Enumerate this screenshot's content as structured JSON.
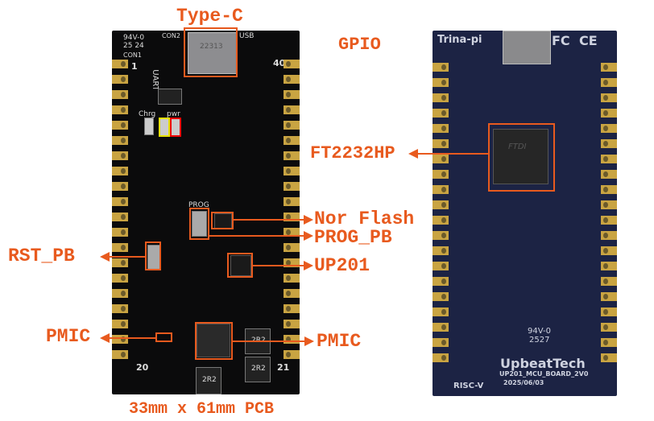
{
  "annotations": {
    "type_c": "Type-C",
    "gpio": "GPIO",
    "ft2232hp": "FT2232HP",
    "nor_flash": "Nor Flash",
    "prog_pb": "PROG_PB",
    "rst_pb": "RST_PB",
    "up201": "UP201",
    "pmic_left": "PMIC",
    "pmic_right": "PMIC",
    "dimensions": "33mm x 61mm PCB"
  },
  "left_board": {
    "silk_top_left": "94V-0",
    "silk_date": "25 24",
    "con1": "CON1",
    "con2": "CON2",
    "usb": "USB",
    "pin1": "1",
    "pin40": "40",
    "pin20": "20",
    "pin21": "21",
    "uart": "UART",
    "chrg": "Chrg",
    "pwr": "pwr",
    "prog": "PROG",
    "inductor": "2R2",
    "connector_mark": "22313"
  },
  "right_board": {
    "name": "Trina-pi",
    "fcc": "FC",
    "ce": "CE",
    "chip_brand": "FTDI",
    "brand": "UpbeatTech",
    "board_id": "UP201_MCU_BOARD_2V0",
    "date": "2025/06/03",
    "rating": "94V-0",
    "rating_code": "2527",
    "risc_v": "RISC-V"
  },
  "colors": {
    "annotation": "#e85a1e",
    "left_pcb": "#0b0b0c",
    "right_pcb": "#1c2344",
    "pad": "#c9a442"
  }
}
